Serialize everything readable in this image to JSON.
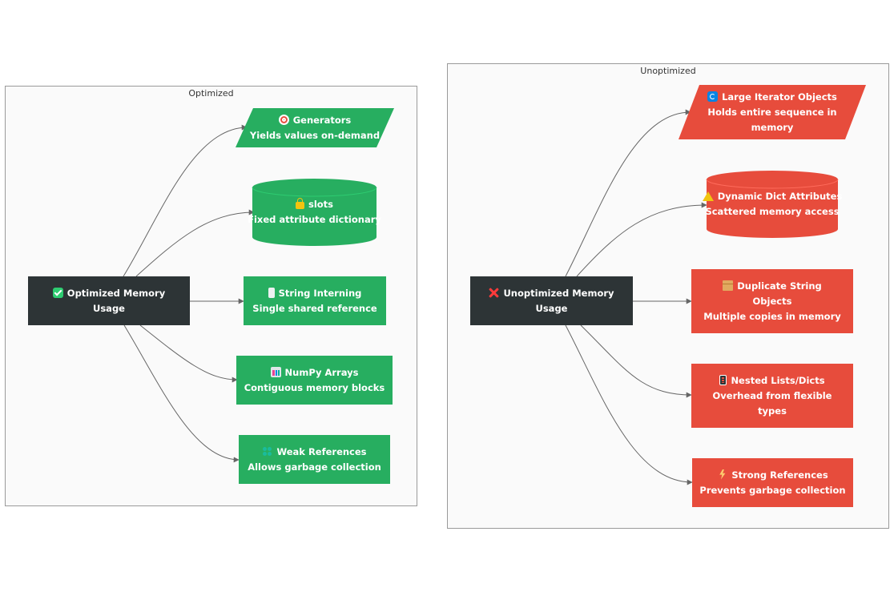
{
  "clusters": {
    "optimized": {
      "title": "Optimized"
    },
    "unoptimized": {
      "title": "Unoptimized"
    }
  },
  "nodes": {
    "opt_root": {
      "icon": "check-mark-icon",
      "line1": "Optimized Memory",
      "line2": "Usage"
    },
    "generators": {
      "icon": "target-icon",
      "title": "Generators",
      "desc": "Yields values on-demand"
    },
    "slots": {
      "icon": "lock-icon",
      "title": "slots",
      "desc": "Fixed attribute dictionary"
    },
    "interning": {
      "icon": "thread-icon",
      "title": "String Interning",
      "desc": "Single shared reference"
    },
    "numpy": {
      "icon": "bar-chart-icon",
      "title": "NumPy Arrays",
      "desc": "Contiguous memory blocks"
    },
    "weakref": {
      "icon": "link-icon",
      "title": "Weak References",
      "desc": "Allows garbage collection"
    },
    "unopt_root": {
      "icon": "cross-mark-icon",
      "line1": "Unoptimized Memory",
      "line2": "Usage"
    },
    "iterators": {
      "icon": "cycle-icon",
      "title": "Large Iterator Objects",
      "desc1": "Holds entire sequence in",
      "desc2": "memory"
    },
    "dict_attrs": {
      "icon": "warning-icon",
      "title": "Dynamic Dict Attributes",
      "desc": "Scattered memory access"
    },
    "dup_strings": {
      "icon": "package-icon",
      "title1": "Duplicate String",
      "title2": "Objects",
      "desc": "Multiple copies in memory"
    },
    "nested": {
      "icon": "stack-icon",
      "title": "Nested Lists/Dicts",
      "desc1": "Overhead from flexible",
      "desc2": "types"
    },
    "strongref": {
      "icon": "lightning-icon",
      "title": "Strong References",
      "desc": "Prevents garbage collection"
    }
  },
  "colors": {
    "root": "#2d3436",
    "optimized": "#27ae60",
    "unoptimized": "#e74c3c",
    "cluster_bg": "#fafafa",
    "edge": "#666666"
  }
}
